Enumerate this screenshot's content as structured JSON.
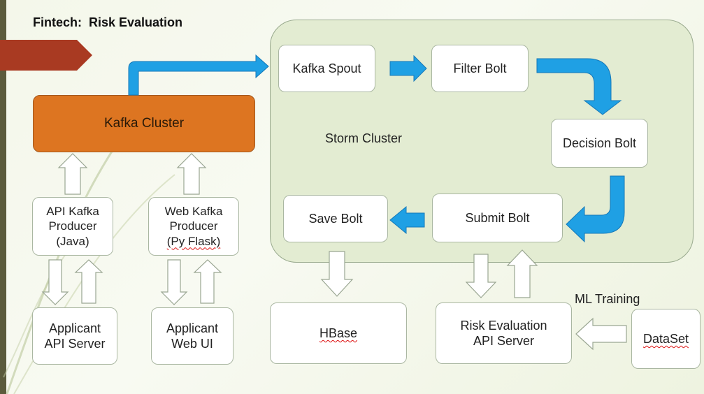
{
  "slide": {
    "title": "Fintech:  Risk Evaluation"
  },
  "diagram": {
    "kafka_cluster": "Kafka Cluster",
    "storm_cluster": "Storm Cluster",
    "kafka_spout": "Kafka Spout",
    "filter_bolt": "Filter Bolt",
    "decision_bolt": "Decision Bolt",
    "submit_bolt": "Submit Bolt",
    "save_bolt": "Save Bolt",
    "api_kafka_producer": [
      "API Kafka",
      "Producer",
      "(Java)"
    ],
    "web_kafka_producer": [
      "Web Kafka",
      "Producer",
      "(Py Flask)"
    ],
    "applicant_api_server": [
      "Applicant",
      "API Server"
    ],
    "applicant_web_ui": [
      "Applicant",
      "Web UI"
    ],
    "hbase": "HBase",
    "risk_api_server": [
      "Risk Evaluation",
      "API Server"
    ],
    "dataset": "DataSet",
    "ml_training": "ML Training"
  },
  "colors": {
    "kafka_fill": "#dd7521",
    "storm_fill": "#e3ecd2",
    "blue_arrow": "#1fa0e4",
    "ribbon": "#a93a22",
    "accent_bar": "#5b5b3c"
  }
}
